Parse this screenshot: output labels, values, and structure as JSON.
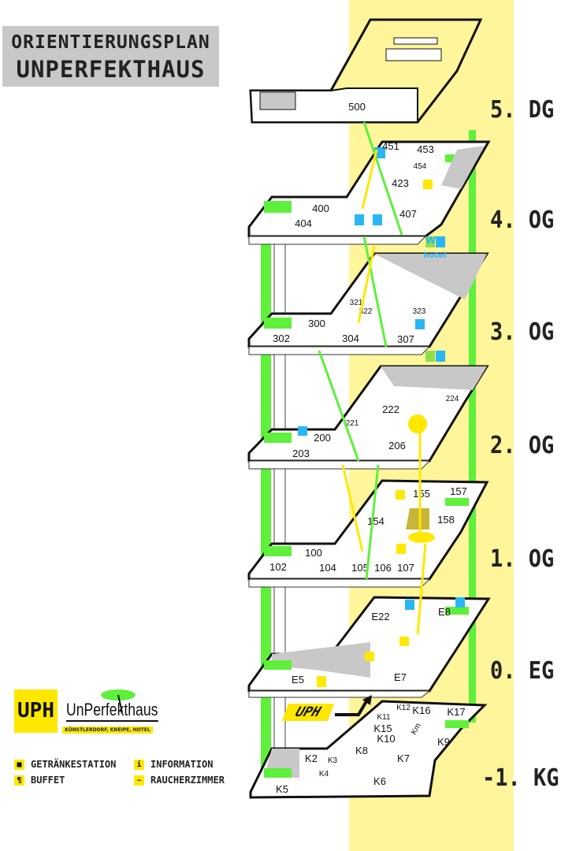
{
  "title": {
    "line1": "ORIENTIERUNGSPLAN",
    "line2": "UNPERFEKTHAUS"
  },
  "floors": [
    {
      "label": "5. DG",
      "rooms": [
        "500"
      ]
    },
    {
      "label": "4. OG",
      "rooms": [
        "451",
        "453",
        "454",
        "423",
        "400",
        "404",
        "407"
      ]
    },
    {
      "label": "3. OG",
      "rooms": [
        "321",
        "322",
        "323",
        "300",
        "302",
        "304",
        "307"
      ]
    },
    {
      "label": "2. OG",
      "rooms": [
        "222",
        "224",
        "221",
        "200",
        "203",
        "206"
      ]
    },
    {
      "label": "1. OG",
      "rooms": [
        "155",
        "157",
        "158",
        "154",
        "100",
        "102",
        "104",
        "105",
        "106",
        "107"
      ]
    },
    {
      "label": "0. EG",
      "rooms": [
        "E22",
        "E8",
        "E5",
        "E7"
      ]
    },
    {
      "label": "-1. KG",
      "rooms": [
        "K12",
        "K16",
        "K17",
        "K11",
        "K15",
        "K10",
        "Km",
        "K9",
        "K8",
        "K7",
        "K2",
        "K3",
        "K4",
        "K6",
        "K5"
      ]
    }
  ],
  "hotel_sign": {
    "letters": "Wg",
    "label": "hotel"
  },
  "entrance_sign": "UPH",
  "logo": {
    "mark": "UPH",
    "name": "UnPerfekthaus",
    "tagline": "KÜNSTLERDORF, KNEIPE, HOTEL"
  },
  "legend": [
    {
      "icon": "cup-icon",
      "label": "GETRÄNKESTATION"
    },
    {
      "icon": "info-icon",
      "label": "INFORMATION"
    },
    {
      "icon": "cutlery-icon",
      "label": "BUFFET"
    },
    {
      "icon": "smoking-room-icon",
      "label": "RAUCHERZIMMER"
    }
  ],
  "colors": {
    "yellow": "#fff59a",
    "accent_yellow": "#ffe800",
    "green": "#5ef03a",
    "gray": "#c8c8c8",
    "blue": "#29b6f6"
  }
}
